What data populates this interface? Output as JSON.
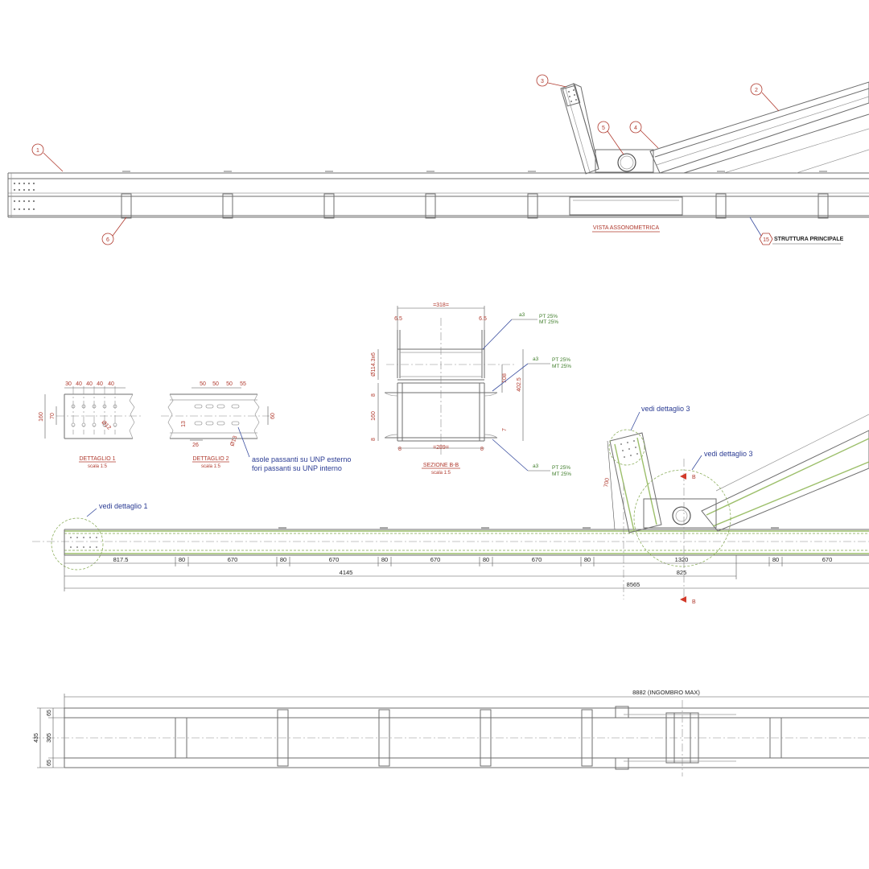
{
  "colors": {
    "line": "#6d6d6d",
    "red_text": "#b03a2e",
    "blue_text": "#2a3b93",
    "green_weld": "#3f7d2a",
    "hatch_green": "#9cbf6a"
  },
  "axonometric": {
    "title": "VISTA ASSONOMETRICA",
    "structure_tag_number": "15",
    "structure_tag_label": "STRUTTURA PRINCIPALE",
    "balloons": [
      "1",
      "2",
      "3",
      "4",
      "5",
      "6"
    ]
  },
  "detail1": {
    "title": "DETTAGLIO 1",
    "scale": "scala 1:5",
    "dims_top": [
      "30",
      "40",
      "40",
      "40",
      "40"
    ],
    "dim_height": "160",
    "dim_inner": "70",
    "hole": "Ø12"
  },
  "detail2": {
    "title": "DETTAGLIO 2",
    "scale": "scala 1:5",
    "dims_top": [
      "50",
      "50",
      "50",
      "55"
    ],
    "dim_height": "60",
    "dim_inner": "13",
    "dim_bottom": "26",
    "hole": "Ø13",
    "note_line1": "asole passanti su UNP esterno",
    "note_line2": "fori passanti su UNP interno"
  },
  "section": {
    "title": "SEZIONE B-B",
    "scale": "scala 1:5",
    "dim_top": "=318=",
    "dim_bottom": "=289=",
    "dim_left_top": "6.5",
    "dim_right_top": "6.5",
    "pipe": "Ø114.3x6",
    "dim_108": "108",
    "dim_402": "402.5",
    "dim_8a": "8",
    "dim_160": "160",
    "dim_8b": "8",
    "dim_7": "7",
    "dim_8_bl": "8",
    "dim_8_br": "8",
    "welds": [
      {
        "size": "a3",
        "pt": "PT 25%",
        "mt": "MT 25%"
      },
      {
        "size": "a3",
        "pt": "PT 25%",
        "mt": "MT 25%"
      },
      {
        "size": "a3",
        "pt": "PT 25%",
        "mt": "MT 25%"
      }
    ]
  },
  "elevation": {
    "note_detail1": "vedi dettaglio 1",
    "note_detail3a": "vedi dettaglio 3",
    "note_detail3b": "vedi dettaglio 3",
    "dim_700": "700",
    "section_mark": "B",
    "dims_row": [
      "817.5",
      "80",
      "670",
      "80",
      "670",
      "80",
      "670",
      "80",
      "670",
      "80",
      "1320",
      "80",
      "670"
    ],
    "dim_825": "825",
    "dim_4145": "4145",
    "dim_8565": "8565"
  },
  "plan": {
    "overall": "8882 (INGOMBRO MAX)",
    "dim_65_top": "65",
    "dim_305": "305",
    "dim_65_bottom": "65",
    "dim_435": "435"
  }
}
